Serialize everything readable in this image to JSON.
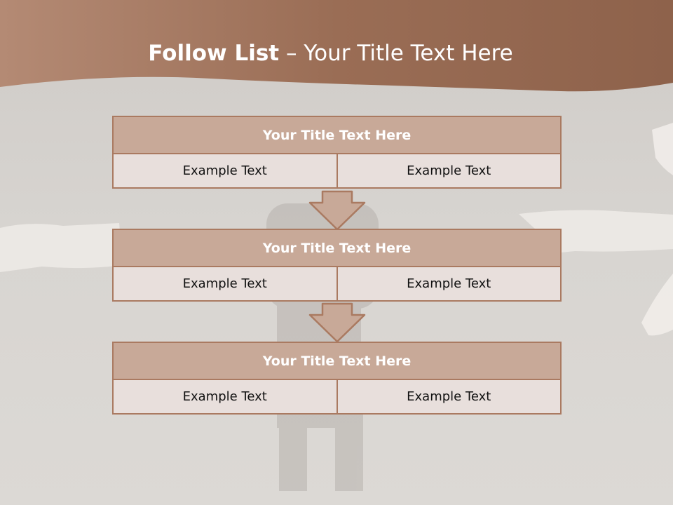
{
  "title": {
    "bold": "Follow List",
    "rest": " – Your Title Text Here"
  },
  "colors": {
    "header_band": "#9c6f58",
    "block_header": "#c8a998",
    "block_border": "#aa7a61",
    "cell_bg": "#e8dfdc"
  },
  "steps": [
    {
      "title": "Your Title Text Here",
      "left": "Example Text",
      "right": "Example Text"
    },
    {
      "title": "Your Title Text Here",
      "left": "Example Text",
      "right": "Example Text"
    },
    {
      "title": "Your Title Text Here",
      "left": "Example Text",
      "right": "Example Text"
    }
  ]
}
